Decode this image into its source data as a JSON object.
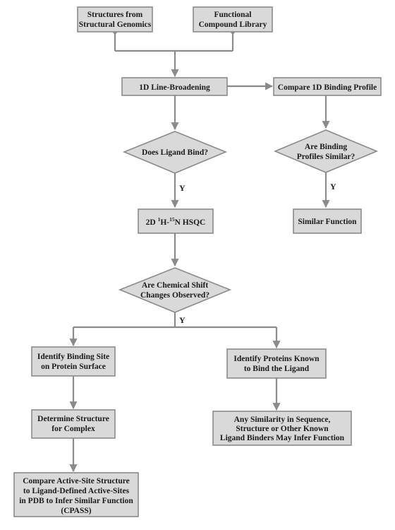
{
  "nodes": {
    "structures": {
      "lines": [
        "Structures from",
        "Structural Genomics"
      ]
    },
    "library": {
      "lines": [
        "Functional",
        "Compound Library"
      ]
    },
    "line_broadening": {
      "lines": [
        "1D Line-Broadening"
      ]
    },
    "compare_profile": {
      "lines": [
        "Compare 1D Binding Profile"
      ]
    },
    "does_bind": {
      "lines": [
        "Does Ligand Bind?"
      ]
    },
    "profiles_similar": {
      "lines": [
        "Are Binding",
        "Profiles Similar?"
      ]
    },
    "hsqc": {
      "prefix": "2D ",
      "sup1": "1",
      "mid": "H-",
      "sup2": "15",
      "suffix": "N HSQC"
    },
    "similar_function": {
      "lines": [
        "Similar Function"
      ]
    },
    "shift_changes": {
      "lines": [
        "Are Chemical Shift",
        "Changes Observed?"
      ]
    },
    "binding_site": {
      "lines": [
        "Identify Binding Site",
        "on Protein Surface"
      ]
    },
    "known_proteins": {
      "lines": [
        "Identify Proteins Known",
        "to Bind the Ligand"
      ]
    },
    "determine_structure": {
      "lines": [
        "Determine Structure",
        "for Complex"
      ]
    },
    "similarity_infer": {
      "lines": [
        "Any Similarity in Sequence,",
        "Structure or Other Known",
        "Ligand Binders May Infer Function"
      ]
    },
    "compare_active": {
      "lines": [
        "Compare Active-Site Structure",
        "to Ligand-Defined Active-Sites",
        "in PDB to Infer Similar Function",
        "(CPASS)"
      ]
    }
  },
  "edge_labels": {
    "yes": "Y"
  },
  "colors": {
    "box_fill": "#d9d9d9",
    "stroke": "#8a8a8a",
    "text": "#1a1a1a"
  }
}
